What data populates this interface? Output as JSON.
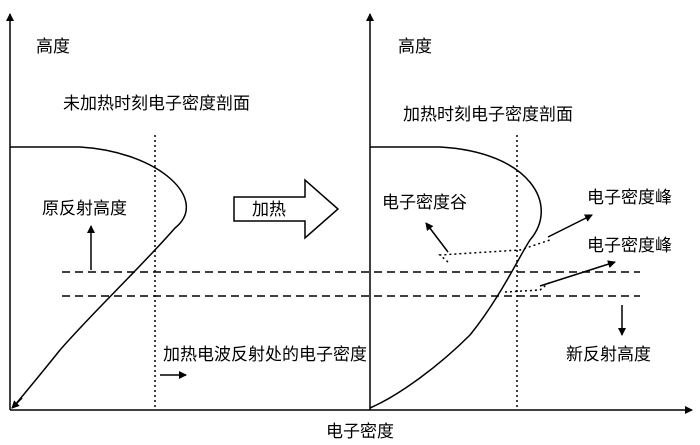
{
  "labels": {
    "left_height": "高度",
    "right_height": "高度",
    "left_title": "未加热时刻电子密度剖面",
    "right_title": "加热时刻电子密度剖面",
    "original_reflection": "原反射高度",
    "heating": "加热",
    "density_valley": "电子密度谷",
    "density_peak_upper": "电子密度峰",
    "density_peak_lower": "电子密度峰",
    "heating_wave_density": "加热电波反射处的电子密度",
    "new_reflection": "新反射高度",
    "x_axis": "电子密度"
  }
}
